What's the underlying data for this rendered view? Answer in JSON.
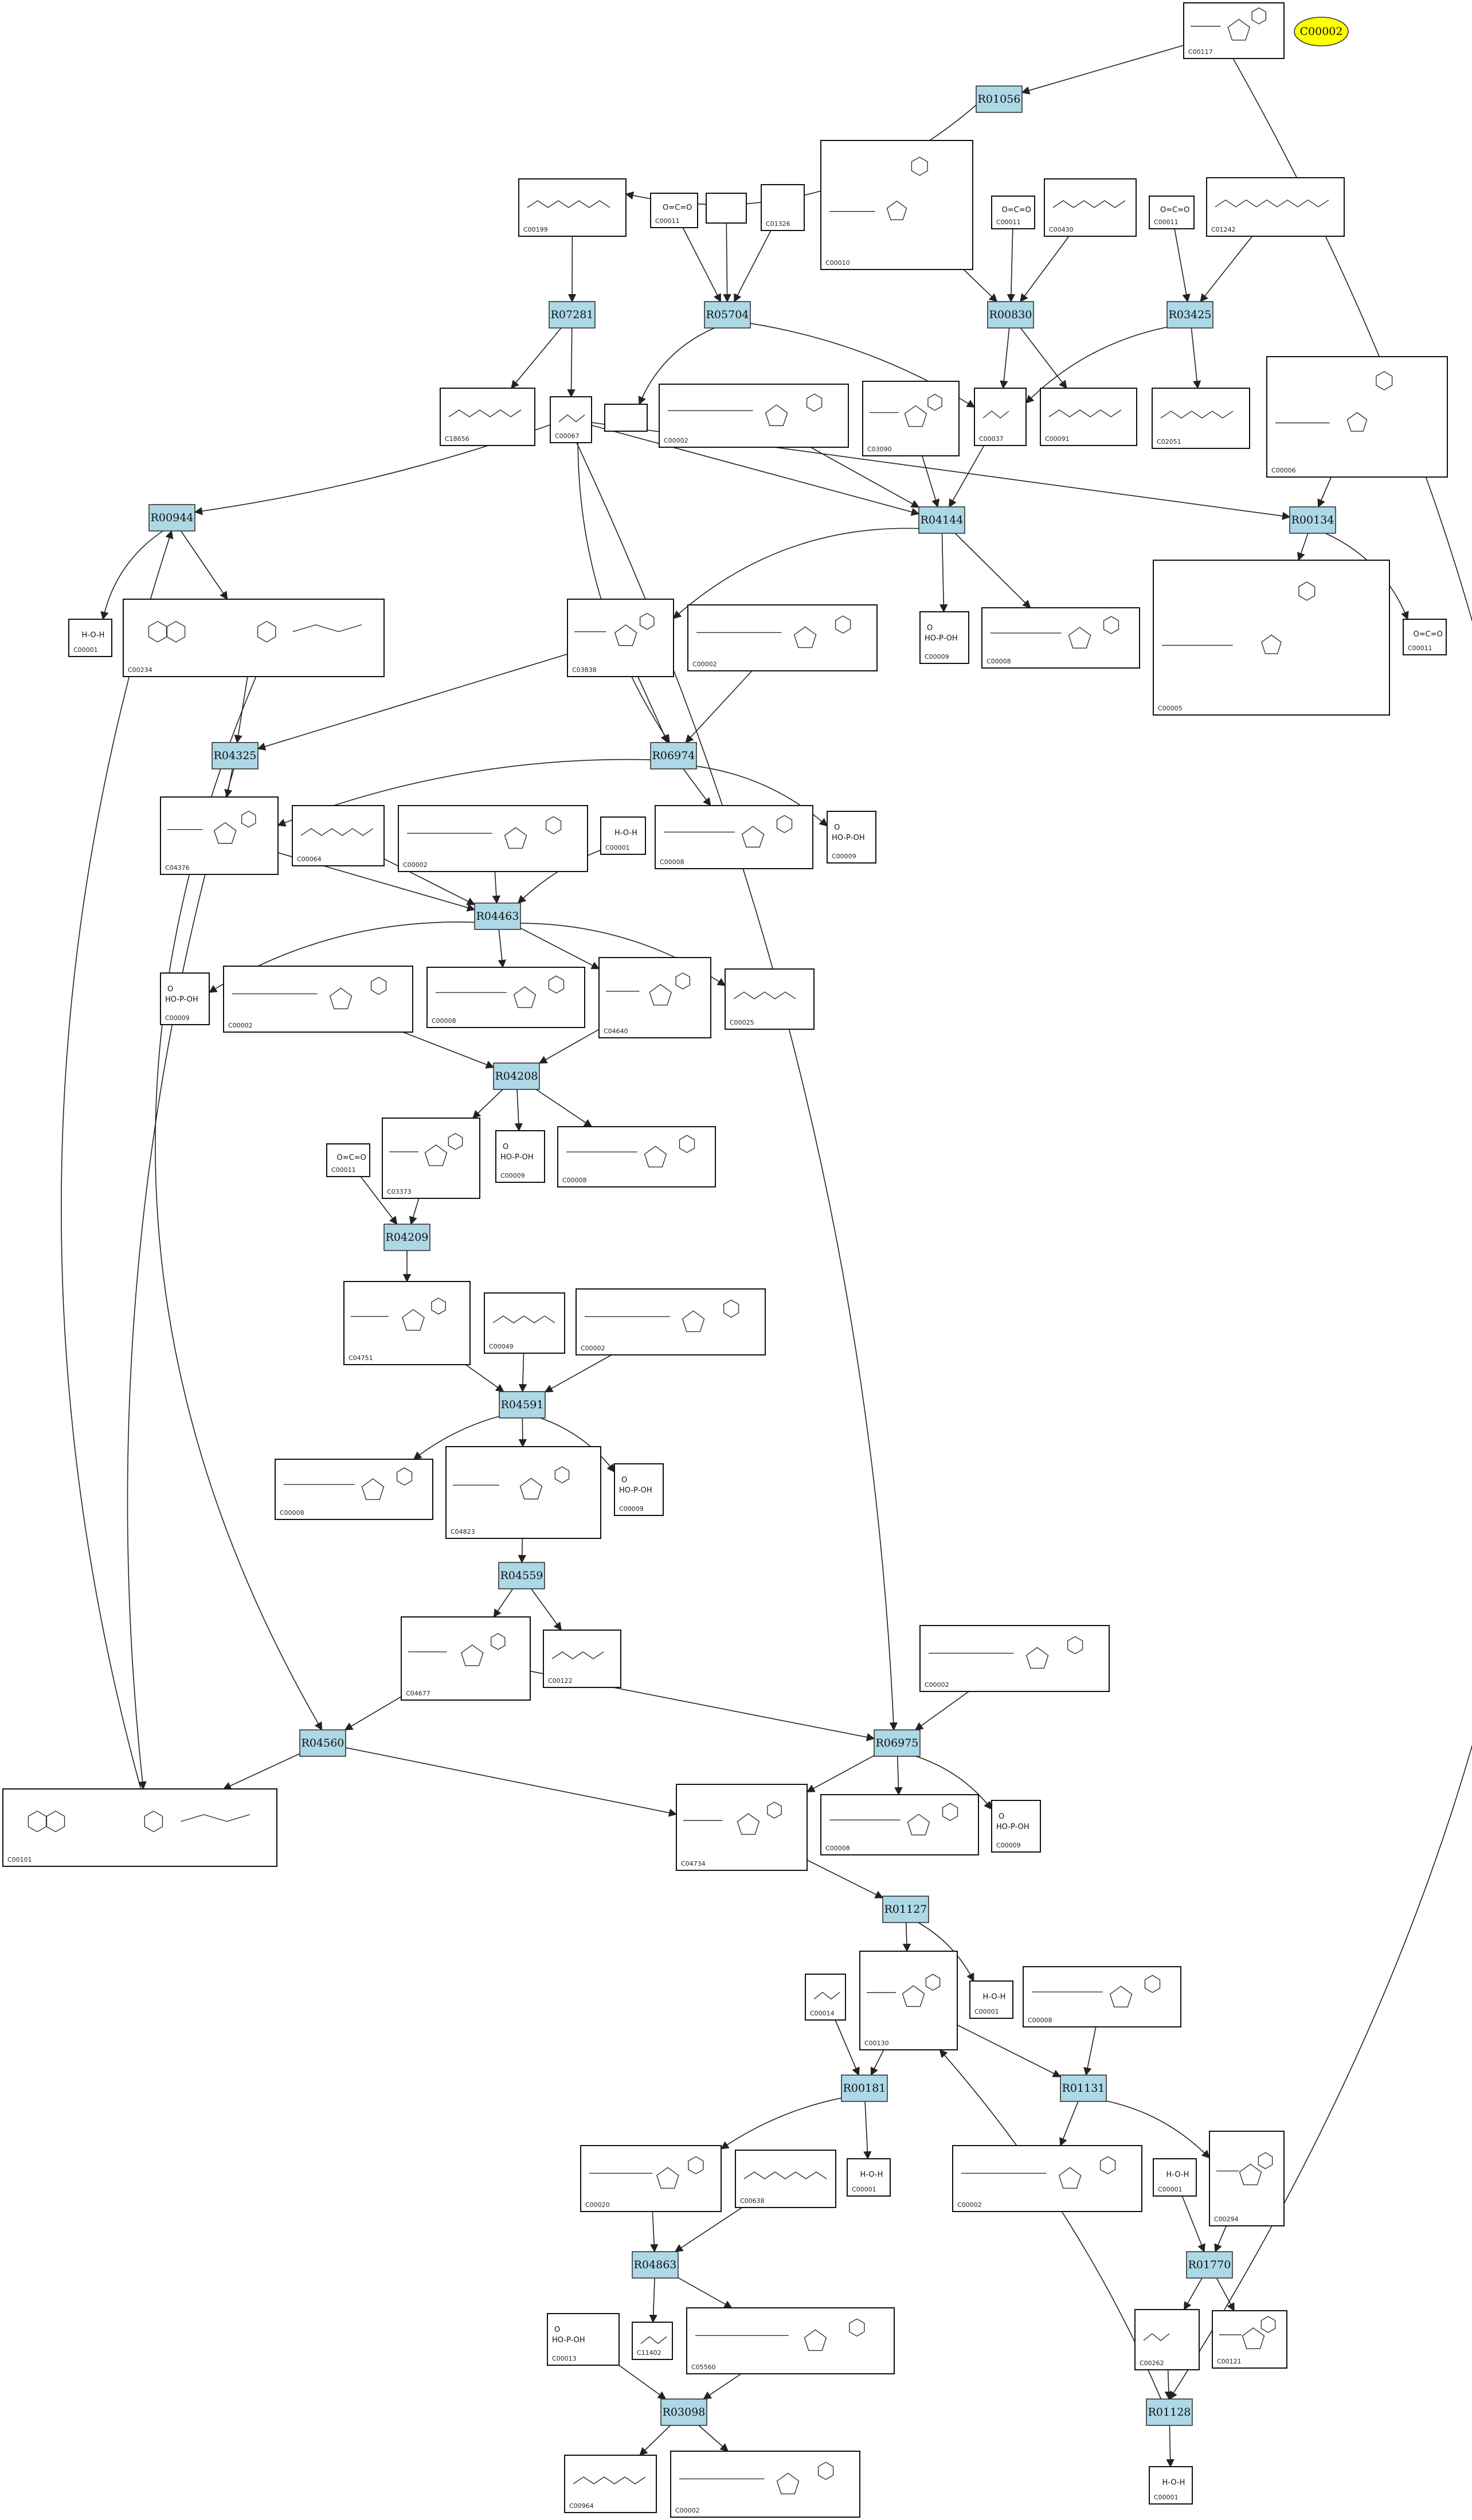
{
  "legend": {
    "label": "C00002",
    "color": "#ffff00"
  },
  "colors": {
    "reaction_fill": "#add8e6",
    "compound_fill": "#ffffff",
    "edge": "#222222"
  },
  "compounds": [
    {
      "key": "c_C00117",
      "id": "C00117",
      "struct": "ribose5p"
    },
    {
      "key": "c_C00199",
      "id": "C00199",
      "struct": "chain"
    },
    {
      "key": "c_C00011a",
      "id": "C00011",
      "struct": "co2"
    },
    {
      "key": "c_blank1",
      "id": "",
      "struct": "none"
    },
    {
      "key": "c_C01326",
      "id": "C01326",
      "struct": "hcn"
    },
    {
      "key": "c_C00010",
      "id": "C00010",
      "struct": "coa"
    },
    {
      "key": "c_C00011b",
      "id": "C00011",
      "struct": "co2"
    },
    {
      "key": "c_C00430",
      "id": "C00430",
      "struct": "chain"
    },
    {
      "key": "c_C00011c",
      "id": "C00011",
      "struct": "co2"
    },
    {
      "key": "c_C01242",
      "id": "C01242",
      "struct": "chain"
    },
    {
      "key": "c_C18656",
      "id": "C18656",
      "struct": "chain"
    },
    {
      "key": "c_C00067",
      "id": "C00067",
      "struct": "small"
    },
    {
      "key": "c_blank2",
      "id": "",
      "struct": "none"
    },
    {
      "key": "c_C00002a",
      "id": "C00002",
      "struct": "atp"
    },
    {
      "key": "c_C03090",
      "id": "C03090",
      "struct": "ribose"
    },
    {
      "key": "c_C00037",
      "id": "C00037",
      "struct": "small"
    },
    {
      "key": "c_C00091",
      "id": "C00091",
      "struct": "chain"
    },
    {
      "key": "c_C02051",
      "id": "C02051",
      "struct": "chain"
    },
    {
      "key": "c_C00006",
      "id": "C00006",
      "struct": "nadp"
    },
    {
      "key": "c_C00001a",
      "id": "C00001",
      "struct": "water"
    },
    {
      "key": "c_C00234",
      "id": "C00234",
      "struct": "folate"
    },
    {
      "key": "c_C03838",
      "id": "C03838",
      "struct": "ribose"
    },
    {
      "key": "c_C00002b",
      "id": "C00002",
      "struct": "atp"
    },
    {
      "key": "c_C00009a",
      "id": "C00009",
      "struct": "pi"
    },
    {
      "key": "c_C00008a",
      "id": "C00008",
      "struct": "adp"
    },
    {
      "key": "c_C00005",
      "id": "C00005",
      "struct": "nadp"
    },
    {
      "key": "c_C00011d",
      "id": "C00011",
      "struct": "co2"
    },
    {
      "key": "c_C04376",
      "id": "C04376",
      "struct": "ribose"
    },
    {
      "key": "c_C00064",
      "id": "C00064",
      "struct": "chain"
    },
    {
      "key": "c_C00002c",
      "id": "C00002",
      "struct": "atp"
    },
    {
      "key": "c_C00001b",
      "id": "C00001",
      "struct": "water"
    },
    {
      "key": "c_C00008b",
      "id": "C00008",
      "struct": "adp"
    },
    {
      "key": "c_C00009b",
      "id": "C00009",
      "struct": "pi"
    },
    {
      "key": "c_C00009c",
      "id": "C00009",
      "struct": "pi"
    },
    {
      "key": "c_C00002d",
      "id": "C00002",
      "struct": "atp"
    },
    {
      "key": "c_C00008c",
      "id": "C00008",
      "struct": "adp"
    },
    {
      "key": "c_C04640",
      "id": "C04640",
      "struct": "ribose"
    },
    {
      "key": "c_C00025",
      "id": "C00025",
      "struct": "chain"
    },
    {
      "key": "c_C00011e",
      "id": "C00011",
      "struct": "co2"
    },
    {
      "key": "c_C03373",
      "id": "C03373",
      "struct": "ribose"
    },
    {
      "key": "c_C00009d",
      "id": "C00009",
      "struct": "pi"
    },
    {
      "key": "c_C00008d",
      "id": "C00008",
      "struct": "adp"
    },
    {
      "key": "c_C04751",
      "id": "C04751",
      "struct": "ribose"
    },
    {
      "key": "c_C00049",
      "id": "C00049",
      "struct": "chain"
    },
    {
      "key": "c_C00002e",
      "id": "C00002",
      "struct": "atp"
    },
    {
      "key": "c_C00008e",
      "id": "C00008",
      "struct": "adp"
    },
    {
      "key": "c_C04823",
      "id": "C04823",
      "struct": "ribose"
    },
    {
      "key": "c_C00009e",
      "id": "C00009",
      "struct": "pi"
    },
    {
      "key": "c_C04677",
      "id": "C04677",
      "struct": "ribose"
    },
    {
      "key": "c_C00122",
      "id": "C00122",
      "struct": "chain"
    },
    {
      "key": "c_C00002f",
      "id": "C00002",
      "struct": "atp"
    },
    {
      "key": "c_C00101",
      "id": "C00101",
      "struct": "folate"
    },
    {
      "key": "c_C04734",
      "id": "C04734",
      "struct": "ribose"
    },
    {
      "key": "c_C00008f",
      "id": "C00008",
      "struct": "adp"
    },
    {
      "key": "c_C00009f",
      "id": "C00009",
      "struct": "pi"
    },
    {
      "key": "c_C00014",
      "id": "C00014",
      "struct": "small"
    },
    {
      "key": "c_C00130",
      "id": "C00130",
      "struct": "ribose"
    },
    {
      "key": "c_C00001c",
      "id": "C00001",
      "struct": "water"
    },
    {
      "key": "c_C00008g",
      "id": "C00008",
      "struct": "adp"
    },
    {
      "key": "c_C00020",
      "id": "C00020",
      "struct": "adp"
    },
    {
      "key": "c_C00638",
      "id": "C00638",
      "struct": "chain"
    },
    {
      "key": "c_C00001d",
      "id": "C00001",
      "struct": "water"
    },
    {
      "key": "c_C00002g",
      "id": "C00002",
      "struct": "atp"
    },
    {
      "key": "c_C00001e",
      "id": "C00001",
      "struct": "water"
    },
    {
      "key": "c_C00294",
      "id": "C00294",
      "struct": "ribose"
    },
    {
      "key": "c_C00013",
      "id": "C00013",
      "struct": "pi"
    },
    {
      "key": "c_C11402",
      "id": "C11402",
      "struct": "small"
    },
    {
      "key": "c_C05560",
      "id": "C05560",
      "struct": "atp"
    },
    {
      "key": "c_C00262",
      "id": "C00262",
      "struct": "small"
    },
    {
      "key": "c_C00121",
      "id": "C00121",
      "struct": "ribose"
    },
    {
      "key": "c_C00964",
      "id": "C00964",
      "struct": "chain"
    },
    {
      "key": "c_C00002h",
      "id": "C00002",
      "struct": "atp"
    },
    {
      "key": "c_C00001f",
      "id": "C00001",
      "struct": "water"
    }
  ],
  "reactions": [
    {
      "key": "r_R01056",
      "label": "R01056"
    },
    {
      "key": "r_R07281",
      "label": "R07281"
    },
    {
      "key": "r_R05704",
      "label": "R05704"
    },
    {
      "key": "r_R00830",
      "label": "R00830"
    },
    {
      "key": "r_R03425",
      "label": "R03425"
    },
    {
      "key": "r_R04144",
      "label": "R04144"
    },
    {
      "key": "r_R00134",
      "label": "R00134"
    },
    {
      "key": "r_R00944",
      "label": "R00944"
    },
    {
      "key": "r_R04325",
      "label": "R04325"
    },
    {
      "key": "r_R06974",
      "label": "R06974"
    },
    {
      "key": "r_R04463",
      "label": "R04463"
    },
    {
      "key": "r_R04208",
      "label": "R04208"
    },
    {
      "key": "r_R04209",
      "label": "R04209"
    },
    {
      "key": "r_R04591",
      "label": "R04591"
    },
    {
      "key": "r_R04559",
      "label": "R04559"
    },
    {
      "key": "r_R04560",
      "label": "R04560"
    },
    {
      "key": "r_R06975",
      "label": "R06975"
    },
    {
      "key": "r_R01127",
      "label": "R01127"
    },
    {
      "key": "r_R00181",
      "label": "R00181"
    },
    {
      "key": "r_R01131",
      "label": "R01131"
    },
    {
      "key": "r_R04863",
      "label": "R04863"
    },
    {
      "key": "r_R01770",
      "label": "R01770"
    },
    {
      "key": "r_R03098",
      "label": "R03098"
    },
    {
      "key": "r_R01128",
      "label": "R01128"
    }
  ]
}
